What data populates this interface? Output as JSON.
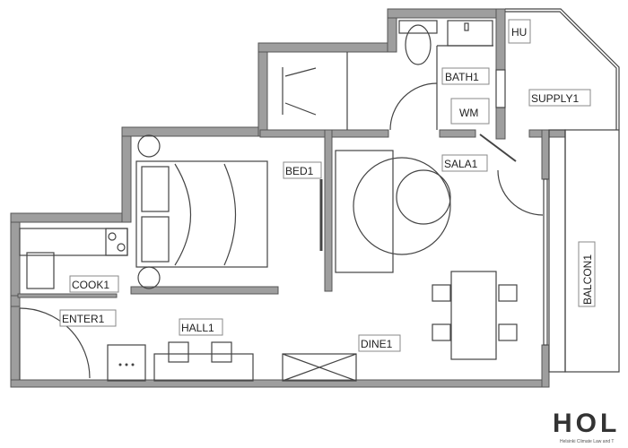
{
  "rooms": {
    "bath": "BATH1",
    "wm": "WM",
    "hu": "HU",
    "supply": "SUPPLY1",
    "bed": "BED1",
    "sala": "SALA1",
    "cook": "COOK1",
    "enter": "ENTER1",
    "hall": "HALL1",
    "dine": "DINE1",
    "balcony": "BALCON1"
  },
  "logo": {
    "text": "HOL",
    "subtitle": "Helsinki Climate Law and T"
  },
  "colors": {
    "wall": "#9e9e9e",
    "line": "#444444"
  }
}
